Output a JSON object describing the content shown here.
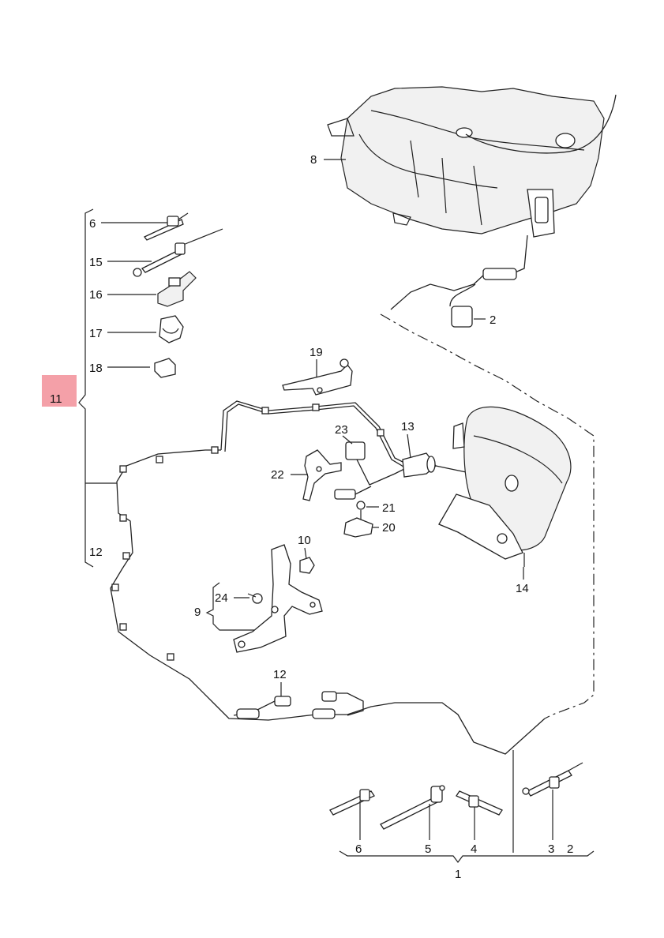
{
  "colors": {
    "highlight": "#f4a0a8",
    "line": "#222222",
    "background": "#ffffff"
  },
  "labels": {
    "p1": "1",
    "p2a": "2",
    "p2b": "2",
    "p3": "3",
    "p4": "4",
    "p5": "5",
    "p6a": "6",
    "p6b": "6",
    "p8": "8",
    "p9": "9",
    "p10": "10",
    "p11": "11",
    "p12a": "12",
    "p12b": "12",
    "p13": "13",
    "p14": "14",
    "p15": "15",
    "p16": "16",
    "p17": "17",
    "p18": "18",
    "p19": "19",
    "p20": "20",
    "p21": "21",
    "p22": "22",
    "p23": "23",
    "p24": "24"
  }
}
